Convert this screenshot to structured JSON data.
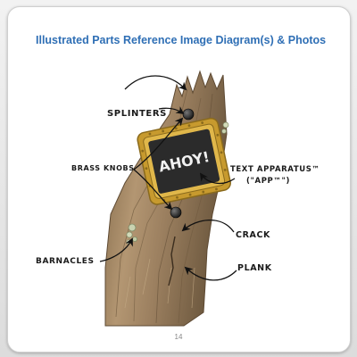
{
  "header": {
    "title": "Illustrated Parts Reference Image Diagram(s) & Photos"
  },
  "sign": {
    "text": "AHOY!"
  },
  "labels": {
    "splinters": "SPLINTERS",
    "brass_knobs": "BRASS KNOBS",
    "text_apparatus_line1": "TEXT APPARATUS™",
    "text_apparatus_line2": "(\"APP™\")",
    "crack": "CRACK",
    "barnacles": "BARNACLES",
    "plank": "PLANK"
  },
  "footer": {
    "page_number": "14"
  },
  "colors": {
    "title": "#2f6fb5",
    "wood": "#9a7b57",
    "chalkboard": "#2b2b2b",
    "brass": "#c79a2e"
  }
}
